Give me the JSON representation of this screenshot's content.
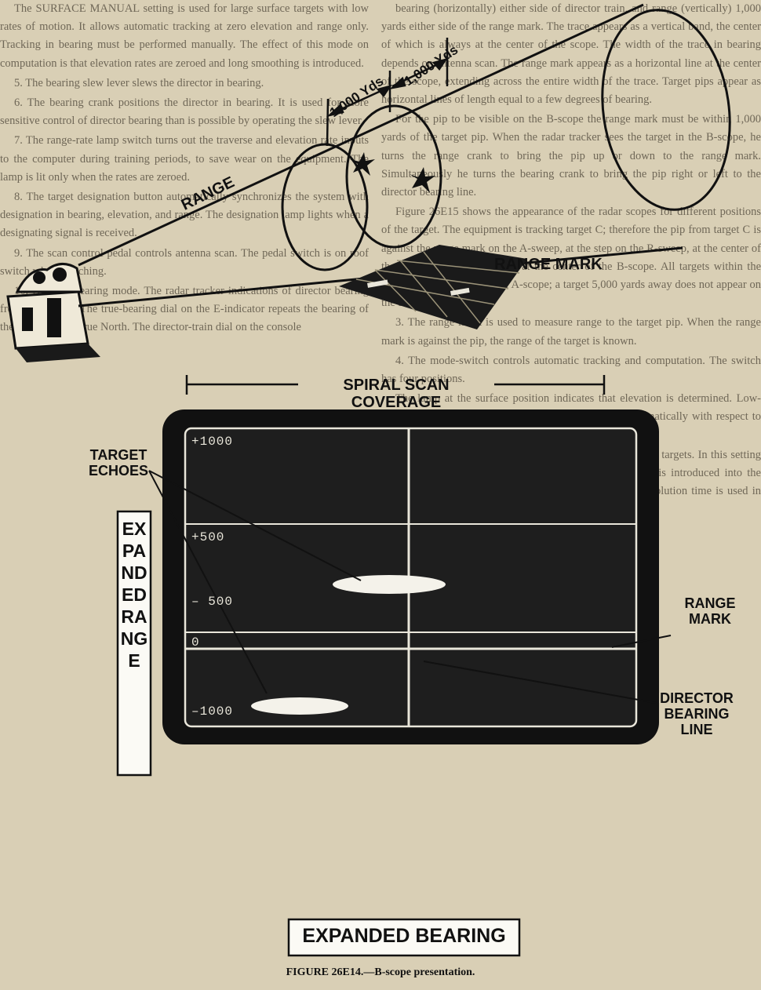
{
  "background_text": {
    "left": [
      "The SURFACE MANUAL setting is used for large surface targets with low rates of motion. It allows automatic tracking at zero elevation and range only. Tracking in bearing must be performed manually. The effect of this mode on computation is that elevation rates are zeroed and long smoothing is introduced.",
      "5. The bearing slew lever slews the director in bearing.",
      "6. The bearing crank positions the director in bearing. It is used for more sensitive control of director bearing than is possible by operating the slew lever.",
      "7. The range-rate lamp switch turns out the traverse and elevation rate inputs to the computer during training periods, to save wear on the equipment. The lamp is lit only when the rates are zeroed.",
      "8. The target designation button automatically synchronizes the system with designation in bearing, elevation, and range. The designation lamp lights when a designating signal is received.",
      "9. The scan control pedal controls antenna scan. The pedal switch is on roof switch when searching.",
      "16. Director bearing mode. The radar tracker indications of director bearing from three dials. The true-bearing dial on the E-indicator repeats the bearing of the director from true North. The director-train dial on the console"
    ],
    "right": [
      "bearing (horizontally) either side of director train, and range (vertically) 1,000 yards either side of the range mark. The trace appears as a vertical band, the center of which is always at the center of the scope. The width of the trace in bearing depends on antenna scan. The range mark appears as a horizontal line at the center of the scope, extending across the entire width of the trace. Target pips appear as horizontal lines of length equal to a few degrees of bearing.",
      "For the pip to be visible on the B-scope the range mark must be within 1,000 yards of the target pip. When the radar tracker sees the target in the B-scope, he turns the range crank to bring the pip up or down to the range mark. Simultaneously he turns the bearing crank to bring the pip right or left to the director bearing line.",
      "Figure 26E15 shows the appearance of the radar scopes for different positions of the target. The equipment is tracking target C; therefore the pip from target C is against the range mark on the A-sweep, at the step on the R-sweep, at the center of the trace in the E-scope, and at the center of the B-scope. All targets within the antenna beam appear on the A-scope; a target 5,000 yards away does not appear on the R-scope.",
      "3. The range mark is used to measure range to the target pip. When the range mark is against the pip, the range of the target is known.",
      "4. The mode-switch controls automatic tracking and computation. The switch has four positions.",
      "The lamp at the surface position indicates that elevation is determined. Low-speed panel buzzer sounds. Elevation is determined automatically with respect to the horizon.",
      "The sensitivity control is used for the tracking of surface targets. In this setting also the elevation rate is zeroed, however the smoothing is introduced into the computation. The longer smoothing means that a greater solution time is used in order to give more stable gun orders for surface firing."
    ]
  },
  "labels": {
    "yds_left": "1,000 Yds",
    "yds_right": "1,000 Yds",
    "range": "RANGE",
    "range_mark_top": "RANGE MARK",
    "spiral_scan": "SPIRAL SCAN COVERAGE",
    "target_echoes": "TARGET\nECHOES",
    "range_mark_right": "RANGE\nMARK",
    "director_bearing_line": "DIRECTOR\nBEARING\nLINE",
    "expanded_range": "EXPANDED RANGE",
    "expanded_bearing": "EXPANDED BEARING"
  },
  "scope_ticks": [
    "+1000",
    "+500",
    "0",
    "– 500",
    "–1000"
  ],
  "caption": {
    "figure": "FIGURE 26E14.",
    "text": "—B-scope presentation."
  }
}
